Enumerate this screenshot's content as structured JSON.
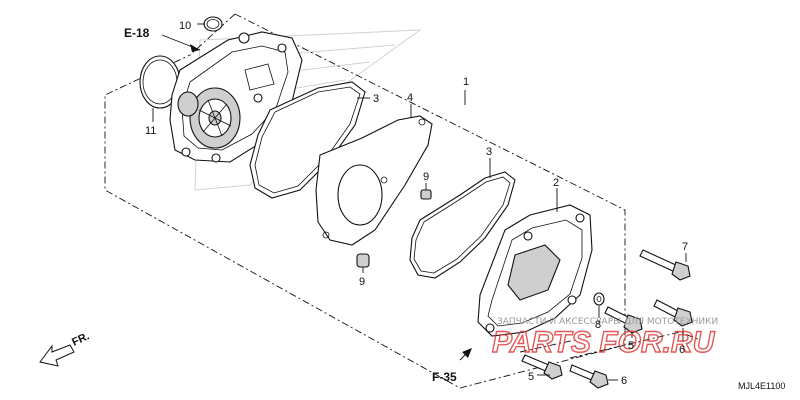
{
  "references": {
    "e18": "E-18",
    "f35": "F-35",
    "fr": "FR."
  },
  "callouts": {
    "c10": "10",
    "c11": "11",
    "c3a": "3",
    "c4": "4",
    "c1": "1",
    "c3b": "3",
    "c9a": "9",
    "c9b": "9",
    "c2": "2",
    "c7": "7",
    "c8": "8",
    "c5a": "5",
    "c6a": "6",
    "c5b": "5",
    "c6b": "6"
  },
  "diagram_code": "MJL4E1100",
  "watermark": {
    "caption": "ЗАПЧАСТИ И АКСЕССУАРЫ ДЛЯ МОТОТЕХНИКИ",
    "logo": "PARTS FOR.RU"
  },
  "colors": {
    "ink": "#111111",
    "watermark_red": "#e03a3a",
    "watermark_gray": "#9a9a9a"
  }
}
